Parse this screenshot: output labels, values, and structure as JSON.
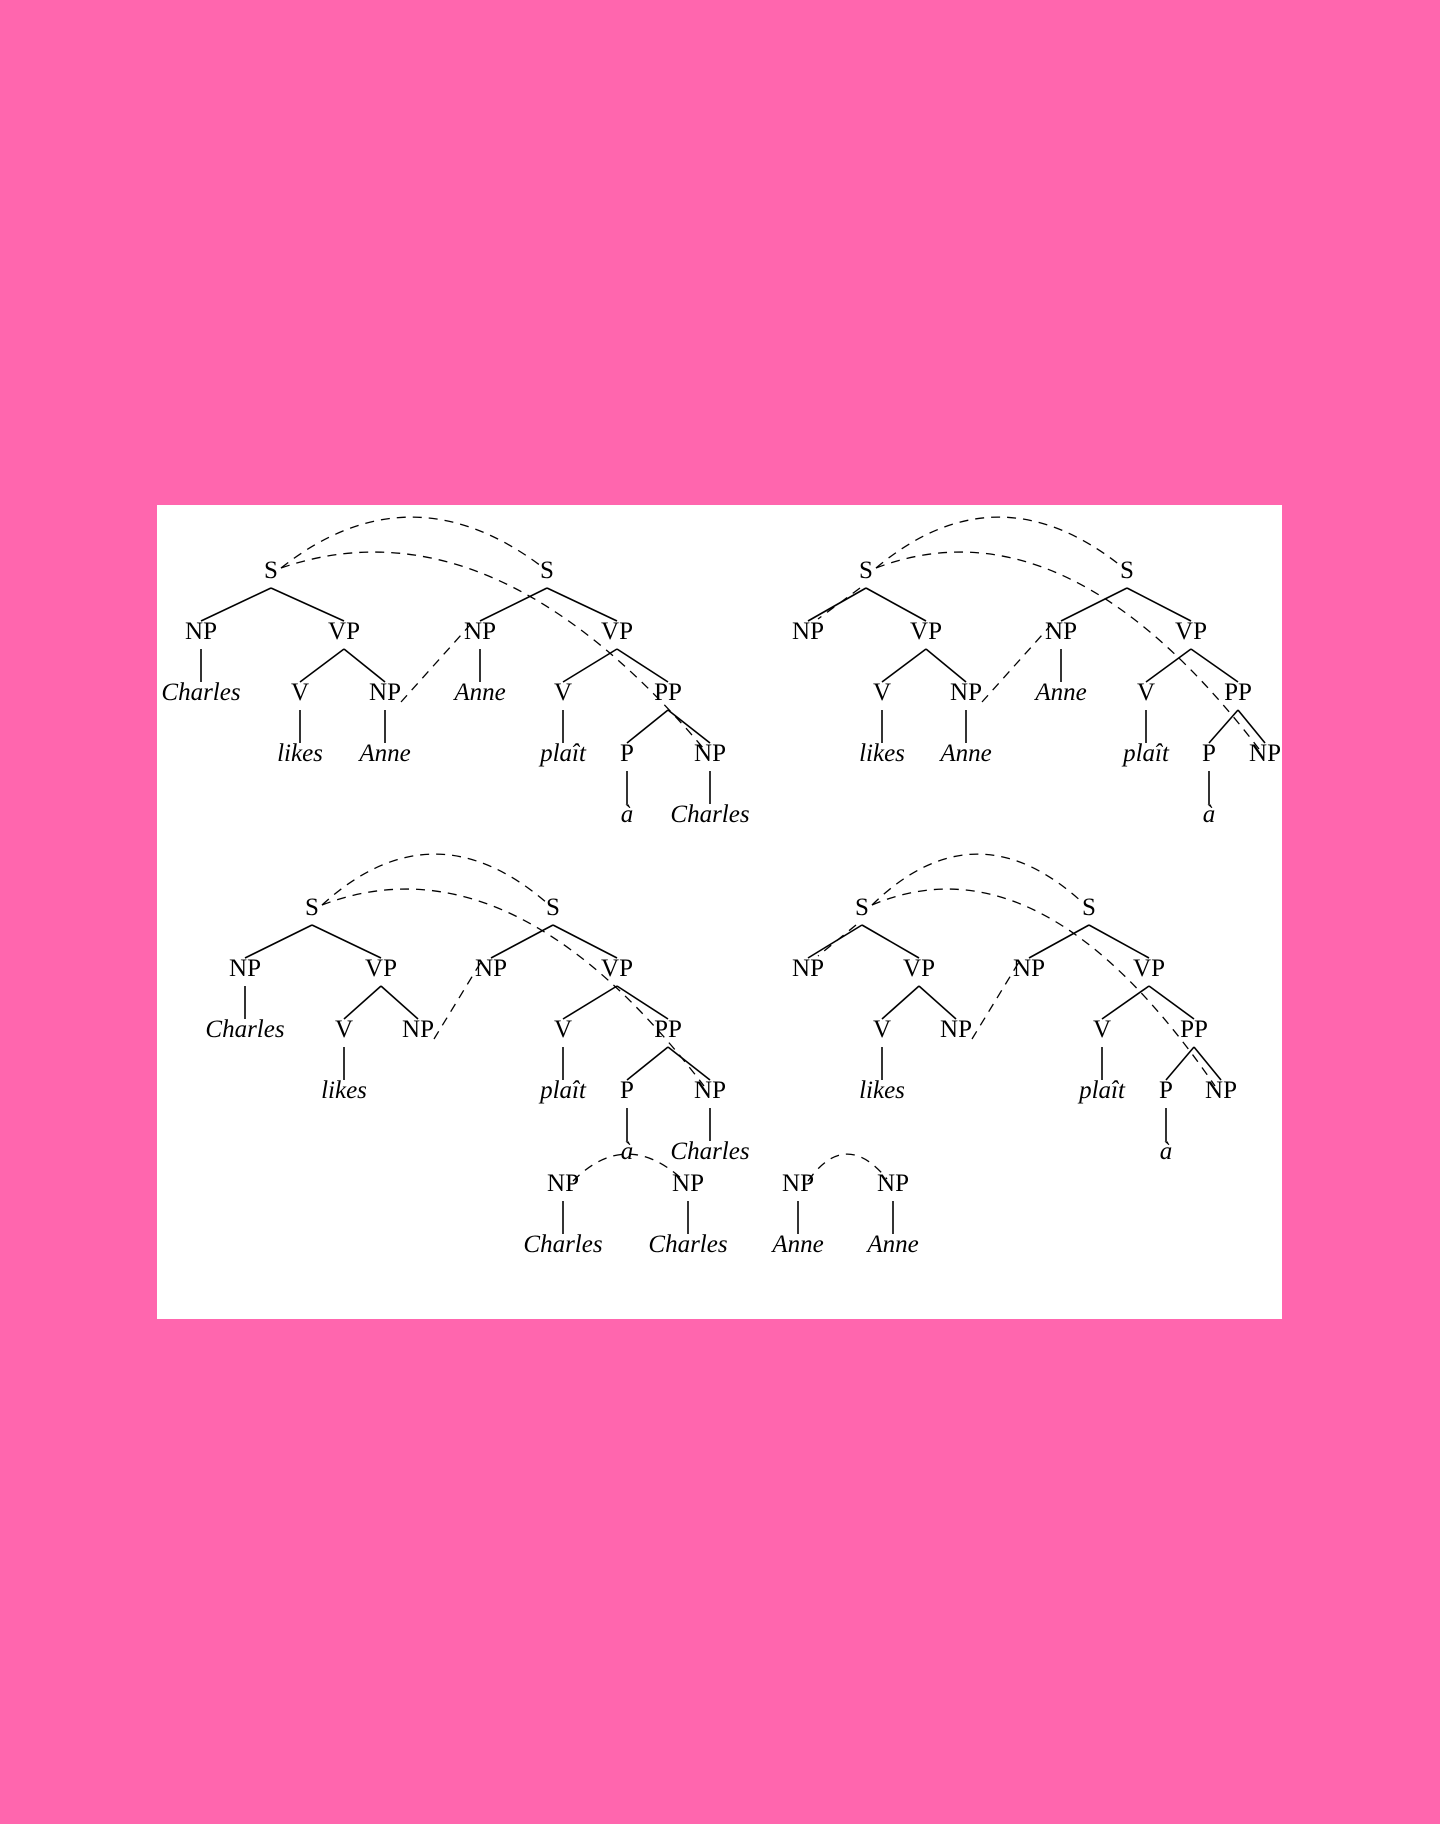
{
  "background_color": "#ff66ae",
  "figure_color": "#ffffff",
  "ink_color": "#000000",
  "trees": [
    {
      "id": "t1",
      "nodes": [
        {
          "id": "s1",
          "label": "S"
        },
        {
          "id": "np1",
          "label": "NP"
        },
        {
          "id": "vp1",
          "label": "VP"
        },
        {
          "id": "w_charles1",
          "label": "Charles",
          "word": true
        },
        {
          "id": "v1",
          "label": "V"
        },
        {
          "id": "np2",
          "label": "NP"
        },
        {
          "id": "w_likes",
          "label": "likes",
          "word": true
        },
        {
          "id": "w_anne1",
          "label": "Anne",
          "word": true
        },
        {
          "id": "s2",
          "label": "S"
        },
        {
          "id": "np3",
          "label": "NP"
        },
        {
          "id": "vp2",
          "label": "VP"
        },
        {
          "id": "w_anne2",
          "label": "Anne",
          "word": true
        },
        {
          "id": "v2",
          "label": "V"
        },
        {
          "id": "pp",
          "label": "PP"
        },
        {
          "id": "w_plait",
          "label": "plaît",
          "word": true
        },
        {
          "id": "p",
          "label": "P"
        },
        {
          "id": "np4",
          "label": "NP"
        },
        {
          "id": "w_a",
          "label": "à",
          "word": true
        },
        {
          "id": "w_charles2",
          "label": "Charles",
          "word": true
        }
      ]
    },
    {
      "id": "t2",
      "nodes": [
        {
          "id": "s1",
          "label": "S"
        },
        {
          "id": "np1",
          "label": "NP"
        },
        {
          "id": "vp1",
          "label": "VP"
        },
        {
          "id": "v1",
          "label": "V"
        },
        {
          "id": "np2",
          "label": "NP"
        },
        {
          "id": "w_likes",
          "label": "likes",
          "word": true
        },
        {
          "id": "w_anne1",
          "label": "Anne",
          "word": true
        },
        {
          "id": "s2",
          "label": "S"
        },
        {
          "id": "np3",
          "label": "NP"
        },
        {
          "id": "vp2",
          "label": "VP"
        },
        {
          "id": "w_anne2",
          "label": "Anne",
          "word": true
        },
        {
          "id": "v2",
          "label": "V"
        },
        {
          "id": "pp",
          "label": "PP"
        },
        {
          "id": "w_plait",
          "label": "plaît",
          "word": true
        },
        {
          "id": "p",
          "label": "P"
        },
        {
          "id": "np4",
          "label": "NP"
        },
        {
          "id": "w_a",
          "label": "à",
          "word": true
        }
      ]
    },
    {
      "id": "t3",
      "nodes": [
        {
          "id": "s1",
          "label": "S"
        },
        {
          "id": "np1",
          "label": "NP"
        },
        {
          "id": "vp1",
          "label": "VP"
        },
        {
          "id": "w_charles1",
          "label": "Charles",
          "word": true
        },
        {
          "id": "v1",
          "label": "V"
        },
        {
          "id": "np2",
          "label": "NP"
        },
        {
          "id": "w_likes",
          "label": "likes",
          "word": true
        },
        {
          "id": "s2",
          "label": "S"
        },
        {
          "id": "np3",
          "label": "NP"
        },
        {
          "id": "vp2",
          "label": "VP"
        },
        {
          "id": "v2",
          "label": "V"
        },
        {
          "id": "pp",
          "label": "PP"
        },
        {
          "id": "w_plait",
          "label": "plaît",
          "word": true
        },
        {
          "id": "p",
          "label": "P"
        },
        {
          "id": "np4",
          "label": "NP"
        },
        {
          "id": "w_a",
          "label": "à",
          "word": true
        },
        {
          "id": "w_charles2",
          "label": "Charles",
          "word": true
        }
      ]
    },
    {
      "id": "t4",
      "nodes": [
        {
          "id": "s1",
          "label": "S"
        },
        {
          "id": "np1",
          "label": "NP"
        },
        {
          "id": "vp1",
          "label": "VP"
        },
        {
          "id": "v1",
          "label": "V"
        },
        {
          "id": "np2",
          "label": "NP"
        },
        {
          "id": "w_likes",
          "label": "likes",
          "word": true
        },
        {
          "id": "s2",
          "label": "S"
        },
        {
          "id": "np3",
          "label": "NP"
        },
        {
          "id": "vp2",
          "label": "VP"
        },
        {
          "id": "v2",
          "label": "V"
        },
        {
          "id": "pp",
          "label": "PP"
        },
        {
          "id": "w_plait",
          "label": "plaît",
          "word": true
        },
        {
          "id": "p",
          "label": "P"
        },
        {
          "id": "np4",
          "label": "NP"
        },
        {
          "id": "w_a",
          "label": "à",
          "word": true
        }
      ]
    },
    {
      "id": "t5",
      "nodes": [
        {
          "id": "np_a",
          "label": "NP"
        },
        {
          "id": "w_charles_a",
          "label": "Charles",
          "word": true
        },
        {
          "id": "np_b",
          "label": "NP"
        },
        {
          "id": "w_charles_b",
          "label": "Charles",
          "word": true
        },
        {
          "id": "np_c",
          "label": "NP"
        },
        {
          "id": "w_anne_c",
          "label": "Anne",
          "word": true
        },
        {
          "id": "np_d",
          "label": "NP"
        },
        {
          "id": "w_anne_d",
          "label": "Anne",
          "word": true
        }
      ]
    }
  ]
}
